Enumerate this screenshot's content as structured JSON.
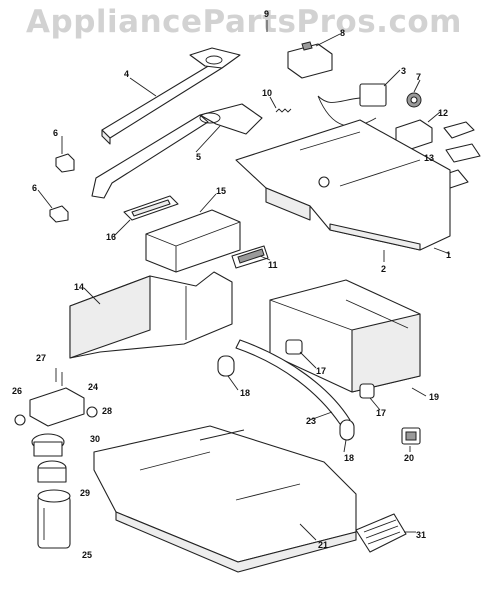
{
  "header": {
    "watermark": "AppliancePartsPros.com"
  },
  "diagram": {
    "callouts": [
      {
        "id": "c1",
        "label": "1"
      },
      {
        "id": "c2",
        "label": "2"
      },
      {
        "id": "c3",
        "label": "3"
      },
      {
        "id": "c4",
        "label": "4"
      },
      {
        "id": "c5",
        "label": "5"
      },
      {
        "id": "c6a",
        "label": "6"
      },
      {
        "id": "c6b",
        "label": "6"
      },
      {
        "id": "c7",
        "label": "7"
      },
      {
        "id": "c8",
        "label": "8"
      },
      {
        "id": "c9",
        "label": "9"
      },
      {
        "id": "c10",
        "label": "10"
      },
      {
        "id": "c11",
        "label": "11"
      },
      {
        "id": "c12",
        "label": "12"
      },
      {
        "id": "c13",
        "label": "13"
      },
      {
        "id": "c14",
        "label": "14"
      },
      {
        "id": "c15",
        "label": "15"
      },
      {
        "id": "c16",
        "label": "16"
      },
      {
        "id": "c17a",
        "label": "17"
      },
      {
        "id": "c17b",
        "label": "17"
      },
      {
        "id": "c18a",
        "label": "18"
      },
      {
        "id": "c18b",
        "label": "18"
      },
      {
        "id": "c19",
        "label": "19"
      },
      {
        "id": "c20",
        "label": "20"
      },
      {
        "id": "c21",
        "label": "21"
      },
      {
        "id": "c23",
        "label": "23"
      },
      {
        "id": "c24",
        "label": "24"
      },
      {
        "id": "c25",
        "label": "25"
      },
      {
        "id": "c26",
        "label": "26"
      },
      {
        "id": "c27",
        "label": "27"
      },
      {
        "id": "c28",
        "label": "28"
      },
      {
        "id": "c29",
        "label": "29"
      },
      {
        "id": "c30",
        "label": "30"
      },
      {
        "id": "c31",
        "label": "31"
      }
    ]
  }
}
